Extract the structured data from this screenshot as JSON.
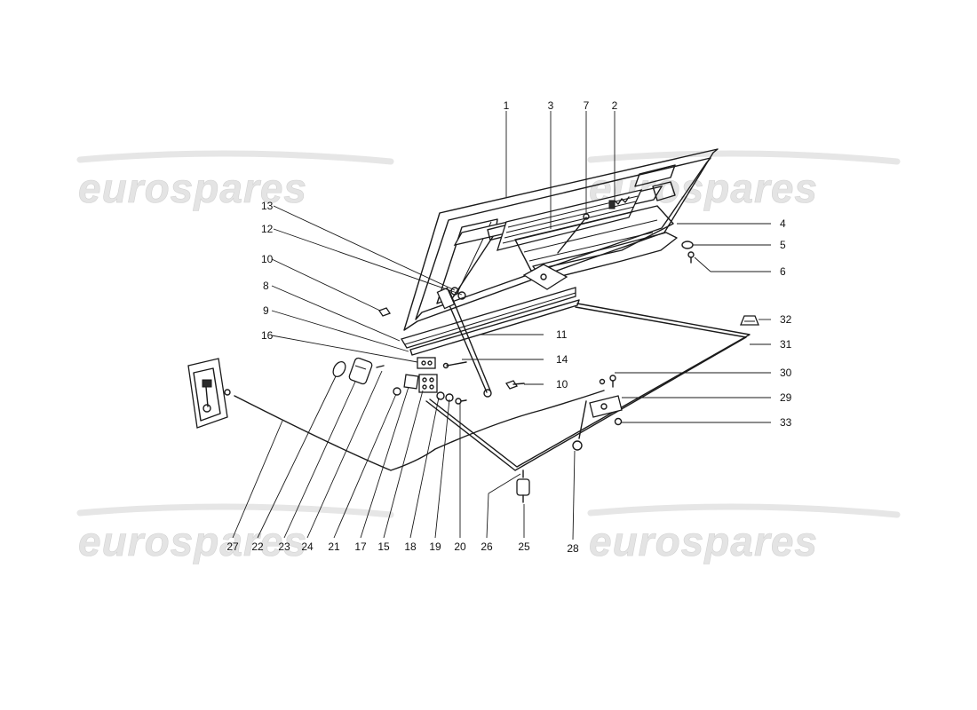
{
  "watermark": {
    "text": "eurospares"
  },
  "callouts": [
    {
      "id": "1",
      "label": "1"
    },
    {
      "id": "3",
      "label": "3"
    },
    {
      "id": "7",
      "label": "7"
    },
    {
      "id": "2",
      "label": "2"
    },
    {
      "id": "4",
      "label": "4"
    },
    {
      "id": "5",
      "label": "5"
    },
    {
      "id": "6",
      "label": "6"
    },
    {
      "id": "13",
      "label": "13"
    },
    {
      "id": "12",
      "label": "12"
    },
    {
      "id": "10a",
      "label": "10"
    },
    {
      "id": "8",
      "label": "8"
    },
    {
      "id": "9",
      "label": "9"
    },
    {
      "id": "16",
      "label": "16"
    },
    {
      "id": "11",
      "label": "11"
    },
    {
      "id": "14",
      "label": "14"
    },
    {
      "id": "10b",
      "label": "10"
    },
    {
      "id": "32",
      "label": "32"
    },
    {
      "id": "31",
      "label": "31"
    },
    {
      "id": "30",
      "label": "30"
    },
    {
      "id": "29",
      "label": "29"
    },
    {
      "id": "33",
      "label": "33"
    },
    {
      "id": "27",
      "label": "27"
    },
    {
      "id": "22",
      "label": "22"
    },
    {
      "id": "23",
      "label": "23"
    },
    {
      "id": "24",
      "label": "24"
    },
    {
      "id": "21",
      "label": "21"
    },
    {
      "id": "17",
      "label": "17"
    },
    {
      "id": "15",
      "label": "15"
    },
    {
      "id": "18",
      "label": "18"
    },
    {
      "id": "19",
      "label": "19"
    },
    {
      "id": "20",
      "label": "20"
    },
    {
      "id": "26",
      "label": "26"
    },
    {
      "id": "25",
      "label": "25"
    },
    {
      "id": "28",
      "label": "28"
    }
  ]
}
